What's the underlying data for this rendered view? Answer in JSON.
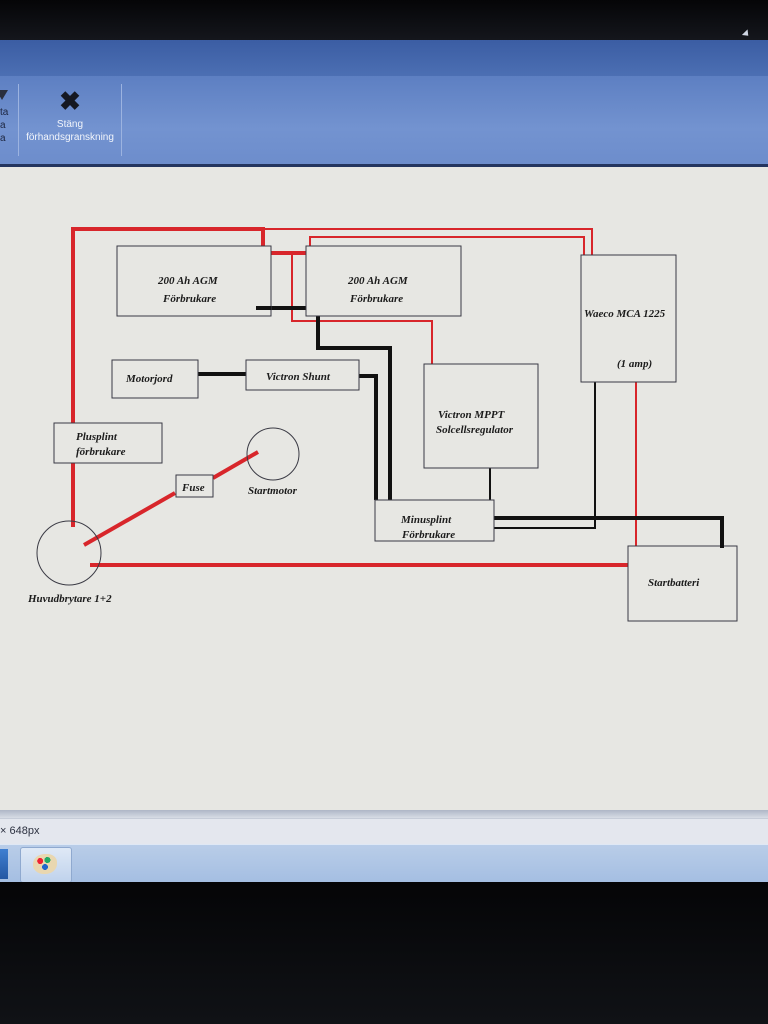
{
  "ribbon": {
    "left_button_lines": [
      "ta",
      "a",
      "a"
    ],
    "close_preview_label": "Stäng förhandsgranskning",
    "close_icon": "close-x-icon"
  },
  "status": {
    "size_text": "× 648px"
  },
  "taskbar": {
    "items": [
      "windows-app-icon",
      "paint-app-icon"
    ]
  },
  "diagram": {
    "labels": {
      "agm1_line1": "200 Ah AGM",
      "agm1_line2": "Förbrukare",
      "agm2_line1": "200 Ah AGM",
      "agm2_line2": "Förbrukare",
      "waeco_line1": "Waeco MCA 1225",
      "waeco_line2": "(1 amp)",
      "motorjord": "Motorjord",
      "shunt": "Victron Shunt",
      "mppt_line1": "Victron MPPT",
      "mppt_line2": "Solcellsregulator",
      "plusplint_line1": "Plusplint",
      "plusplint_line2": "förbrukare",
      "fuse": "Fuse",
      "startmotor": "Startmotor",
      "minusplint_line1": "Minusplint",
      "minusplint_line2": "Förbrukare",
      "startbatteri": "Startbatteri",
      "huvudbrytare": "Huvudbrytare 1+2"
    },
    "colors": {
      "positive_wire": "#d8262b",
      "negative_wire": "#111111"
    }
  }
}
